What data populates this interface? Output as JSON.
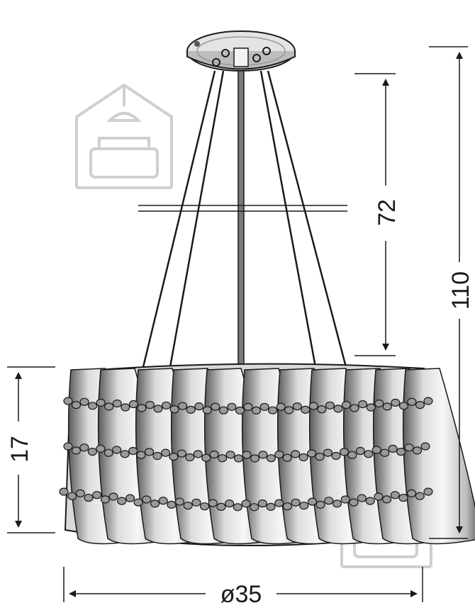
{
  "dimensions": {
    "total_height": "110",
    "cable_length": "72",
    "shade_height": "17",
    "diameter": "ø35"
  },
  "colors": {
    "line": "#1a1a1a",
    "watermark": "#c8c8c8",
    "shade_fill": "#efefef",
    "shade_shadow": "#8a8a8a"
  },
  "icons": {
    "watermark": "house-with-sofa-logo"
  }
}
